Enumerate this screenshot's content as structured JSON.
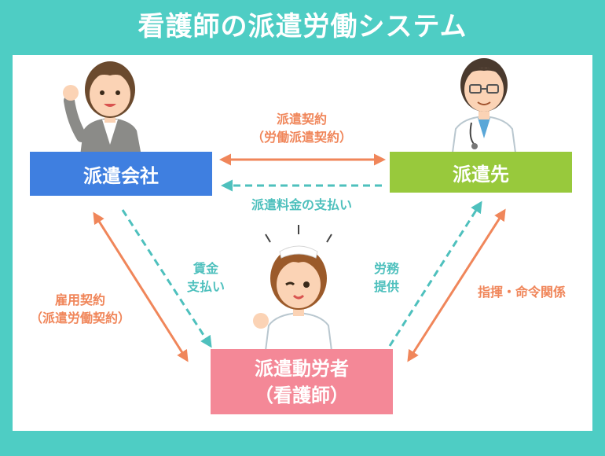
{
  "title": "看護師の派遣労働システム",
  "boxes": {
    "company": "派遣会社",
    "client": "派遣先",
    "worker_line1": "派遣動労者",
    "worker_line2": "（看護師）"
  },
  "labels": {
    "dispatch_contract_1": "派遣契約",
    "dispatch_contract_2": "（労働派遣契約）",
    "dispatch_fee": "派遣料金の支払い",
    "wage_1": "賃金",
    "wage_2": "支払い",
    "labor_1": "労務",
    "labor_2": "提供",
    "employment_1": "雇用契約",
    "employment_2": "（派遣労働契約）",
    "command": "指揮・命令関係"
  },
  "colors": {
    "background": "#4ecdc4",
    "company": "#3f7fe0",
    "client": "#98c93c",
    "worker": "#f48897",
    "orange_arrow": "#f0865a",
    "teal_arrow": "#4ec0bd"
  }
}
